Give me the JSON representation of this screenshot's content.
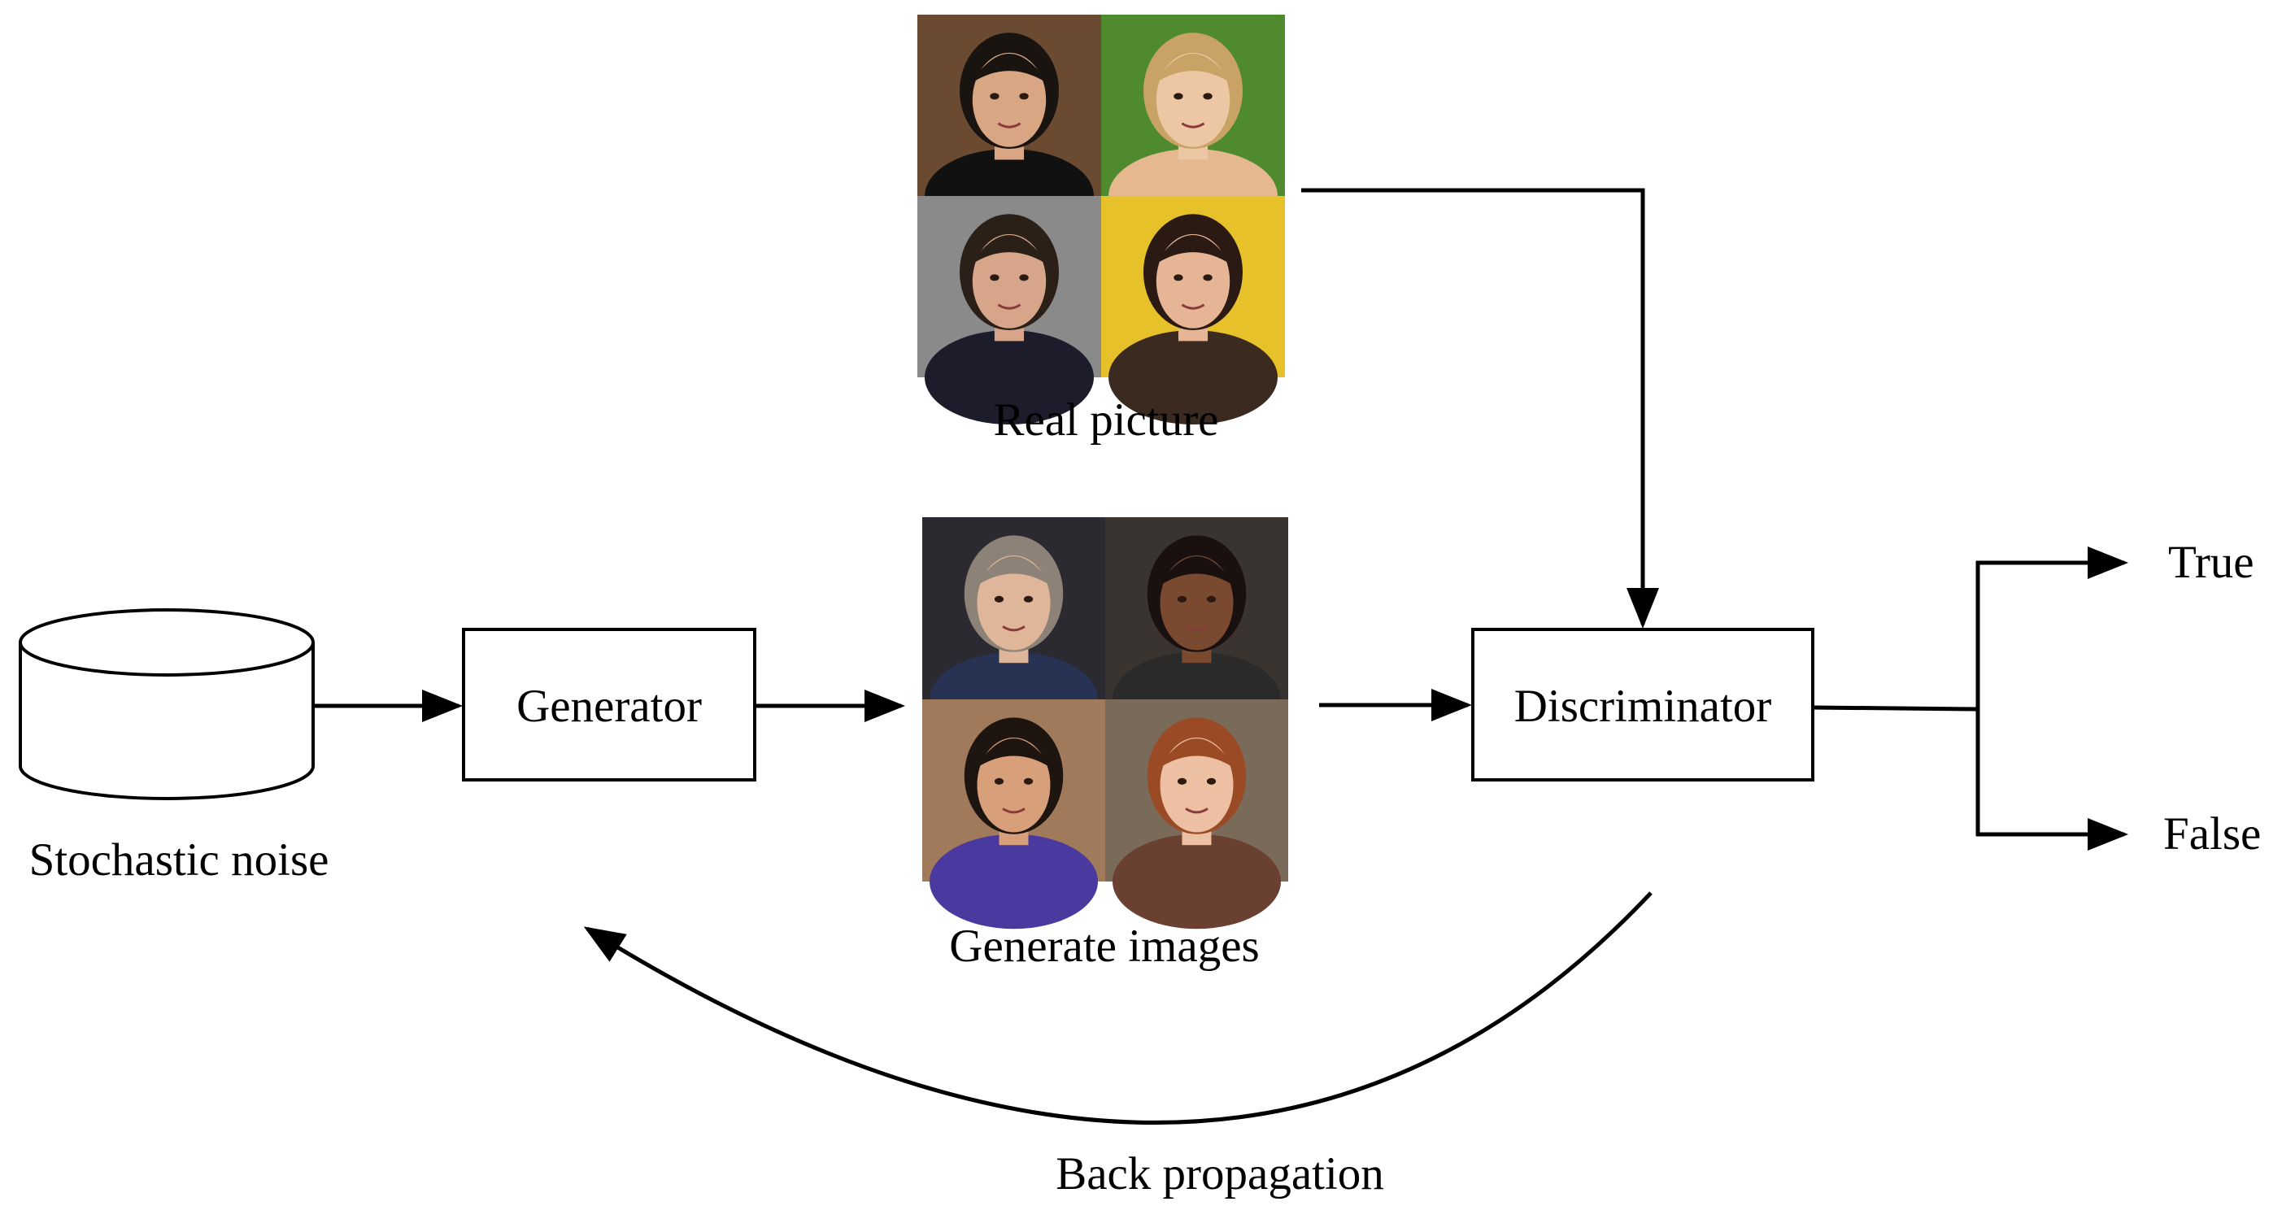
{
  "nodes": {
    "noise": {
      "label": "Stochastic noise"
    },
    "generator": {
      "label": "Generator"
    },
    "generated": {
      "label": "Generate images"
    },
    "real": {
      "label": "Real picture"
    },
    "discriminator": {
      "label": "Discriminator"
    },
    "true_out": {
      "label": "True"
    },
    "false_out": {
      "label": "False"
    },
    "backprop": {
      "label": "Back propagation"
    }
  },
  "real_faces": [
    {
      "name": "man-dark-hair-tuxedo",
      "bg": "#6b4a32",
      "skin": "#d9a684",
      "hair": "#1a1410",
      "shirt": "#111111"
    },
    {
      "name": "woman-blonde",
      "bg": "#4f8a2e",
      "skin": "#edc7a4",
      "hair": "#c9a366",
      "shirt": "#e6b890"
    },
    {
      "name": "man-short-hair",
      "bg": "#8a8a8a",
      "skin": "#d6a58a",
      "hair": "#2a2018",
      "shirt": "#1c1c2a"
    },
    {
      "name": "woman-dark-hair",
      "bg": "#e7c12a",
      "skin": "#e5b595",
      "hair": "#2b1a14",
      "shirt": "#3a2a20"
    }
  ],
  "generated_faces": [
    {
      "name": "man-grey-hair-suit",
      "bg": "#2a2a30",
      "skin": "#e0b69a",
      "hair": "#8c8278",
      "shirt": "#283252"
    },
    {
      "name": "woman-dark-skin",
      "bg": "#3a3430",
      "skin": "#7a4a30",
      "hair": "#1a1010",
      "shirt": "#2a2a2a"
    },
    {
      "name": "man-smiling",
      "bg": "#a07a5a",
      "skin": "#d7a07a",
      "hair": "#1e1410",
      "shirt": "#4a3aa0"
    },
    {
      "name": "woman-auburn-hair",
      "bg": "#7a6a5a",
      "skin": "#edc0a4",
      "hair": "#9a4a24",
      "shirt": "#6a4030"
    }
  ]
}
